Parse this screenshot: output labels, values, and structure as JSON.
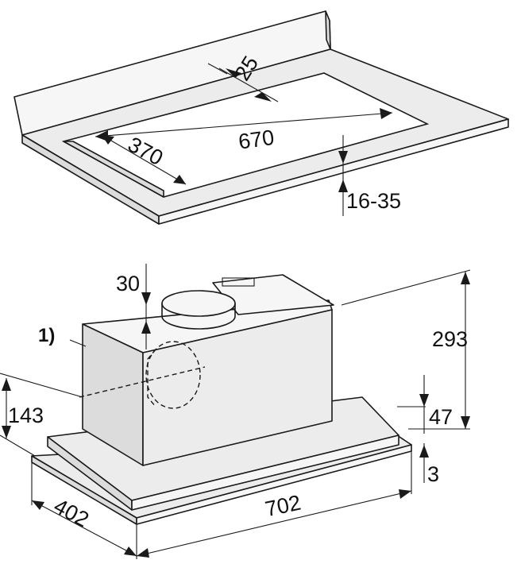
{
  "cutout_view": {
    "dimensions": {
      "wall_offset": "25",
      "cutout_width": "670",
      "cutout_depth": "370",
      "worktop_thickness": "16-35"
    }
  },
  "hood_view": {
    "dimensions": {
      "duct_offset": "30",
      "total_height": "293",
      "side_height": "143",
      "panel_height": "47",
      "panel_thickness": "3",
      "depth": "402",
      "width": "702"
    },
    "note_marker": "1)"
  }
}
